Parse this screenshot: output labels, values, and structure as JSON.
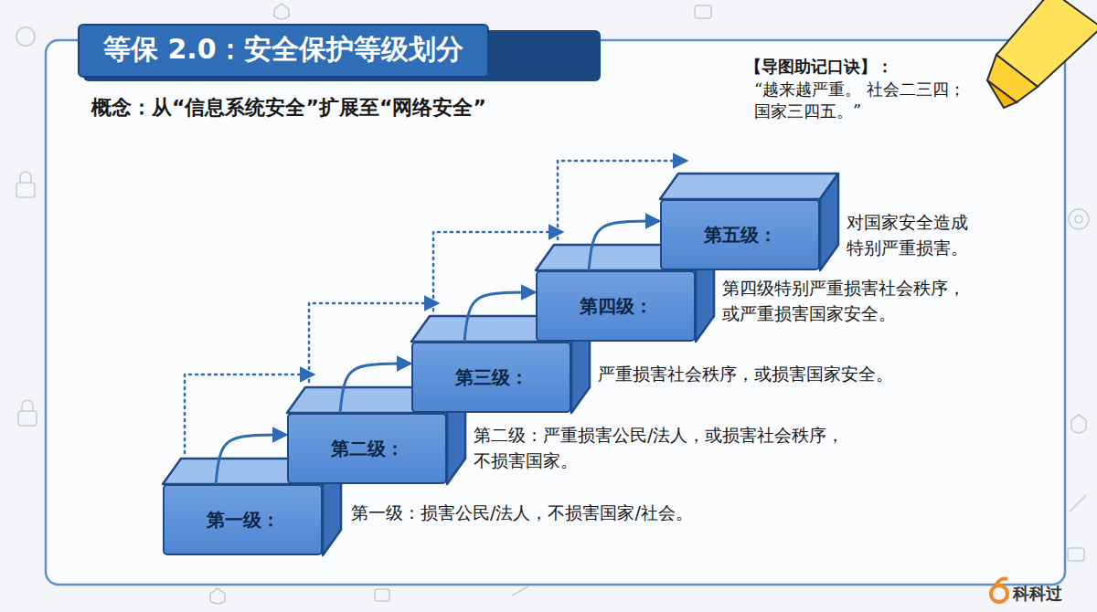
{
  "diagram": {
    "title": "等保 2.0：安全保护等级划分",
    "nodes": [
      {
        "text": [
          "第一级："
        ]
      },
      {
        "text": [
          "第二级："
        ]
      },
      {
        "text": [
          "第三级："
        ]
      },
      {
        "text": [
          "第四级："
        ]
      },
      {
        "text": [
          "第五级："
        ]
      }
    ],
    "edges": [
      {
        "from": 0,
        "to": 1,
        "arrow": "to"
      },
      {
        "from": 1,
        "to": 2,
        "arrow": "to"
      },
      {
        "from": 2,
        "to": 3,
        "arrow": "to"
      },
      {
        "from": 3,
        "to": 4,
        "arrow": "to"
      }
    ],
    "labels": [
      "概念：从“信息系统安全”扩展至“网络安全”",
      "【导图助记口诀】：",
      "“越来越严重。 社会二三四；国家三四五。”",
      "第一级：损害公民/法人，不损害国家/社会。",
      "第二级：严重损害公民/法人，或损害社会秩序，不损害国家。",
      "严重损害社会秩序，或损害国家安全。",
      "第四级特别严重损害社会秩序，或严重损害国家安全。",
      "对国家安全造成特别严重损害。",
      "科科过"
    ]
  }
}
